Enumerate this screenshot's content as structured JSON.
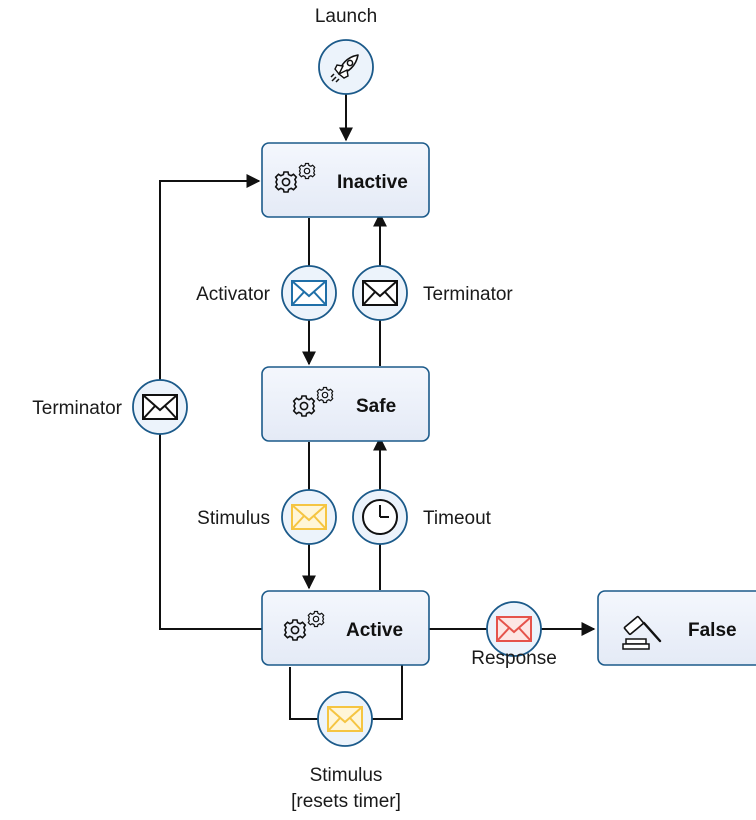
{
  "start": {
    "label": "Launch",
    "icon": "rocket-icon"
  },
  "states": {
    "inactive": {
      "label": "Inactive",
      "icon": "gears-icon"
    },
    "safe": {
      "label": "Safe",
      "icon": "gears-icon"
    },
    "active": {
      "label": "Active",
      "icon": "gears-icon"
    },
    "false": {
      "label": "False",
      "icon": "gavel-icon"
    }
  },
  "events": {
    "activator": {
      "label": "Activator",
      "icon": "envelope-icon",
      "color": "#1f6fa8"
    },
    "terminator_inner": {
      "label": "Terminator",
      "icon": "envelope-icon",
      "color": "#111111"
    },
    "terminator_outer": {
      "label": "Terminator",
      "icon": "envelope-icon",
      "color": "#111111"
    },
    "stimulus": {
      "label": "Stimulus",
      "icon": "envelope-icon",
      "color": "#f5c542"
    },
    "timeout": {
      "label": "Timeout",
      "icon": "clock-icon",
      "color": "#111111"
    },
    "response": {
      "label": "Response",
      "icon": "envelope-icon",
      "color": "#e5534b"
    },
    "stimulus_loop": {
      "label_line1": "Stimulus",
      "label_line2": "[resets timer]",
      "icon": "envelope-icon",
      "color": "#f5c542"
    }
  },
  "colors": {
    "state_border": "#1b5a8a",
    "state_fill_top": "#f4f7fd",
    "state_fill_bottom": "#e4eaf6",
    "event_fill": "#ecf3fb"
  }
}
